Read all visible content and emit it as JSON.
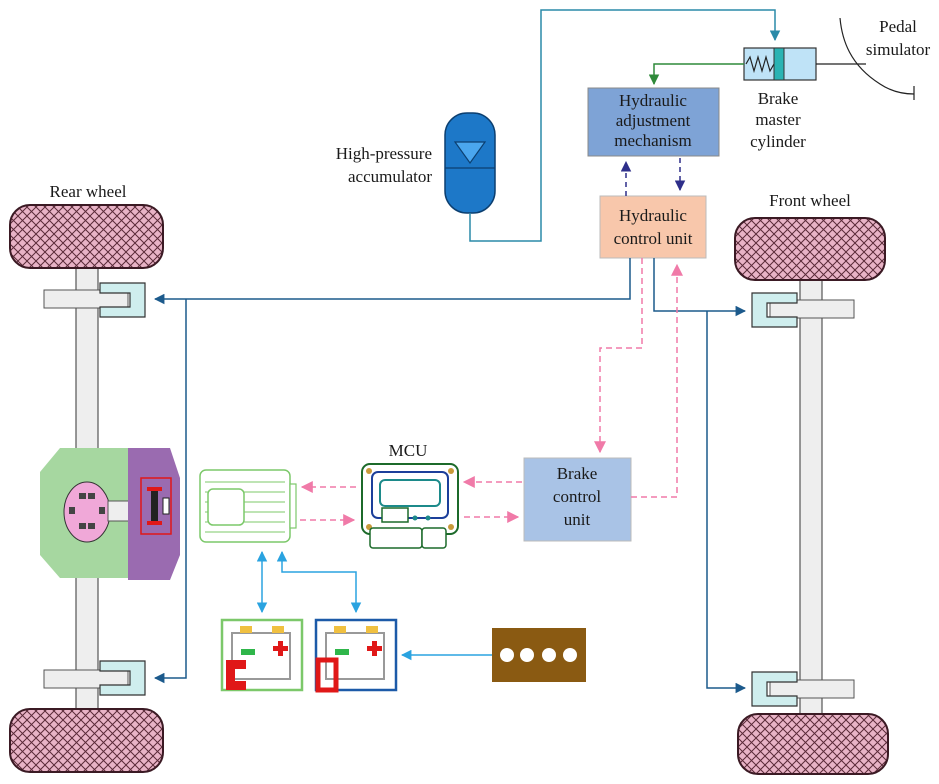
{
  "labels": {
    "pedal_simulator": [
      "Pedal",
      "simulator"
    ],
    "brake_master_cylinder": [
      "Brake",
      "master",
      "cylinder"
    ],
    "hydraulic_adjustment_mechanism": [
      "Hydraulic",
      "adjustment",
      "mechanism"
    ],
    "high_pressure_accumulator": [
      "High-pressure",
      "accumulator"
    ],
    "hydraulic_control_unit": [
      "Hydraulic",
      "control unit"
    ],
    "rear_wheel": "Rear wheel",
    "front_wheel": "Front wheel",
    "mcu": "MCU",
    "brake_control_unit": [
      "Brake",
      "control",
      "unit"
    ]
  },
  "colors": {
    "tire_fill": "#e8b3c6",
    "tire_stroke": "#3b1a24",
    "hydraulic_line": "#1c5a8c",
    "accumulator_line": "#2a8aa8",
    "signal_pink": "#f07aa8",
    "control_purple": "#2e2f8a",
    "master_line_green": "#2f8a3a",
    "electric_blue": "#2aa3e0",
    "hyd_adjust_fill": "#7ea3d6",
    "hyd_control_fill": "#f8c7ab",
    "brake_ctrl_fill": "#a9c3e6",
    "motor_green": "#7cc86a",
    "generator_green": "#a6d7a0",
    "generator_purple": "#9a6bb0",
    "engine_brown": "#8a5a12"
  }
}
